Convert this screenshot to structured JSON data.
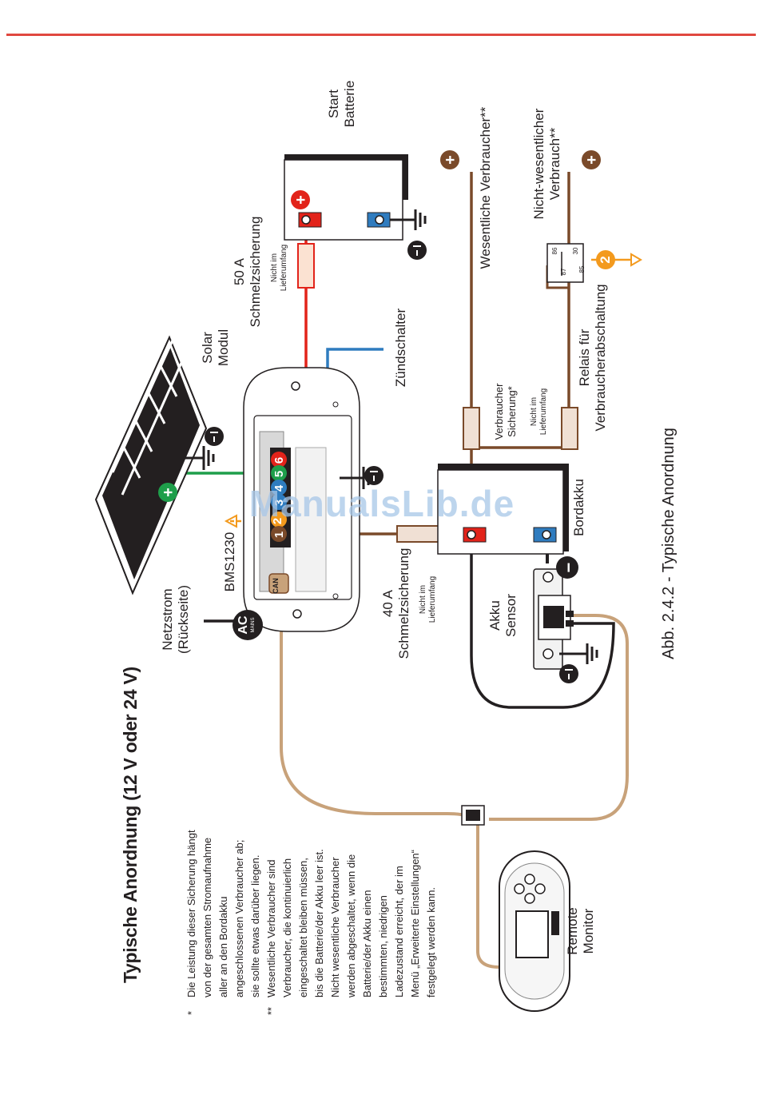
{
  "page": {
    "title": "Typische Anordnung (12 V oder 24 V)",
    "caption": "Abb. 2.4.2 - Typische Anordnung",
    "watermark": "ManualsLib.de",
    "notes": {
      "marker_1": "*",
      "note_1": [
        "Die Leistung dieser Sicherung hängt",
        "von der gesamten Stromaufnahme",
        "aller an den Bordakku",
        "angeschlossenen Verbraucher ab;",
        "sie sollte etwas darüber liegen."
      ],
      "marker_2": "**",
      "note_2": [
        "Wesentliche Verbraucher sind",
        "Verbraucher, die kontinuierlich",
        "eingeschaltet bleiben müssen,",
        "bis die Batterie/der Akku leer ist.",
        "Nicht wesentliche Verbraucher",
        "werden abgeschaltet, wenn die",
        "Batterie/der Akku einen",
        "bestimmten, niedrigen",
        "Ladezustand erreicht, der im",
        "Menü „Erweiterte Einstellungen“",
        "festgelegt werden kann."
      ]
    }
  },
  "labels": {
    "start_battery": [
      "Start",
      "Batterie"
    ],
    "fuse_50": [
      "50 A",
      "Schmelzsicherung"
    ],
    "fuse_50_note": [
      "Nicht im",
      "Lieferumfang"
    ],
    "solar": [
      "Solar",
      "Modul"
    ],
    "ignition": "Zündschalter",
    "essential": "Wesentliche Verbraucher**",
    "non_essential": [
      "Nicht-wesentlicher",
      "Verbrauch**"
    ],
    "relay": [
      "Relais für",
      "Verbraucherabschaltung"
    ],
    "load_fuse": [
      "Verbraucher",
      "Sicherung*"
    ],
    "load_fuse_note": [
      "Nicht im",
      "Lieferumfang"
    ],
    "house_battery": "Bordakku",
    "bms": "BMS1230",
    "fuse_40": [
      "40 A",
      "Schmelzsicherung"
    ],
    "fuse_40_note": [
      "Nicht im",
      "Lieferumfang"
    ],
    "sensor": [
      "Akku",
      "Sensor"
    ],
    "mains": [
      "Netzstrom",
      "(Rückseite)"
    ],
    "remote": [
      "Remote",
      "Monitor"
    ]
  },
  "symbols": {
    "terminals": [
      "1",
      "2",
      "3",
      "4",
      "5",
      "6"
    ],
    "ac": "AC",
    "mains_small": "MAINS",
    "can": "CAN",
    "relay_pins": [
      "86",
      "30",
      "87",
      "85"
    ],
    "relay_signal": "2",
    "plus": "+",
    "minus": "−"
  },
  "colors": {
    "accent_rule": "#e0483f",
    "wire_red": "#e2231a",
    "wire_brown": "#7a4a2a",
    "wire_tan": "#c8a27a",
    "wire_blue": "#2f7cbf",
    "wire_green": "#1e9e4a",
    "wire_black": "#231f20",
    "signal_orange": "#f39a1e",
    "watermark": "#a8c7e8"
  }
}
